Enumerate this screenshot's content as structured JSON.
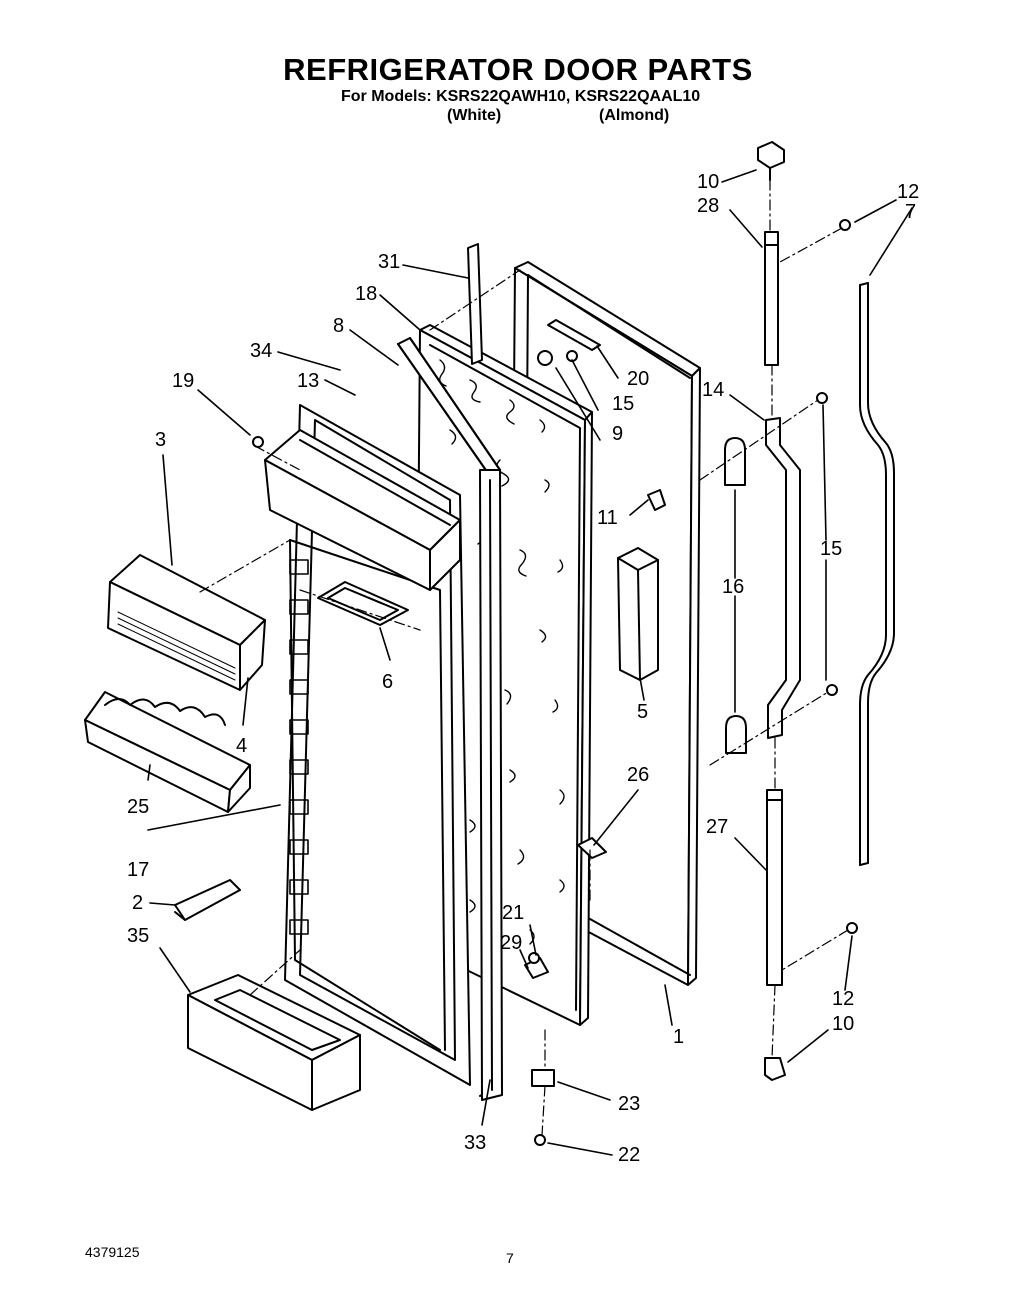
{
  "header": {
    "title": "REFRIGERATOR DOOR PARTS",
    "models_line": "For Models: KSRS22QAWH10, KSRS22QAAL10",
    "color_white": "(White)",
    "color_almond": "(Almond)"
  },
  "callouts": {
    "c1": "1",
    "c2": "2",
    "c3": "3",
    "c4": "4",
    "c5": "5",
    "c6": "6",
    "c8": "8",
    "c9": "9",
    "c10a": "10",
    "c10b": "10",
    "c11": "11",
    "c12a": "12",
    "c12b": "12",
    "c13": "13",
    "c14": "14",
    "c15a": "15",
    "c15b": "15",
    "c16": "16",
    "c17": "17",
    "c18": "18",
    "c19": "19",
    "c20": "20",
    "c21": "21",
    "c22": "22",
    "c23": "23",
    "c25": "25",
    "c26": "26",
    "c27": "27",
    "c28": "28",
    "c29": "29",
    "c31": "31",
    "c33": "33",
    "c34": "34",
    "c35": "35",
    "c7": "7"
  },
  "footer": {
    "doc_number": "4379125",
    "page_number": "7"
  }
}
